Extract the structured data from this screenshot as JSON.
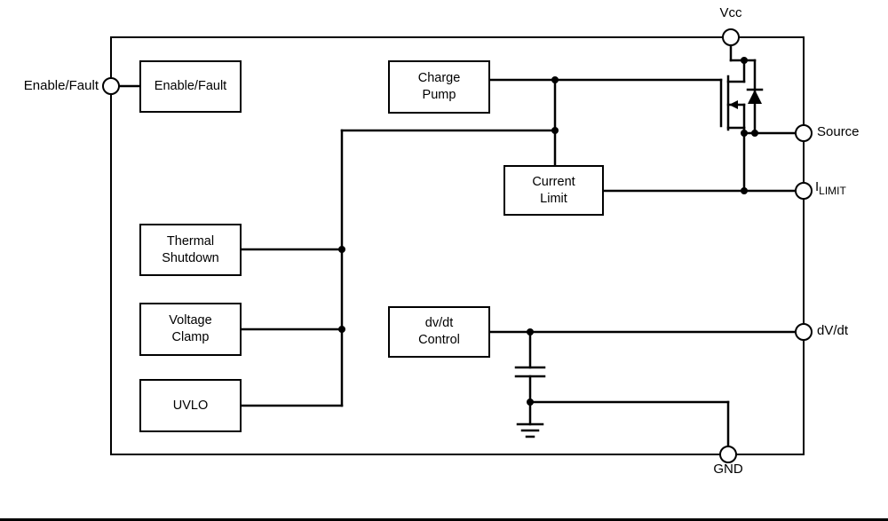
{
  "blocks": {
    "enable_fault": {
      "label": "Enable/Fault"
    },
    "charge_pump": {
      "label": "Charge\nPump"
    },
    "current_limit": {
      "label": "Current\nLimit"
    },
    "thermal_shutdown": {
      "label": "Thermal\nShutdown"
    },
    "voltage_clamp": {
      "label": "Voltage\nClamp"
    },
    "uvlo": {
      "label": "UVLO"
    },
    "dvdt_control": {
      "label": "dv/dt\nControl"
    }
  },
  "pins": {
    "enable_fault": {
      "label": "Enable/Fault"
    },
    "vcc": {
      "label": "Vcc"
    },
    "source": {
      "label": "Source"
    },
    "ilimit": {
      "base": "I",
      "sub": "LIMIT"
    },
    "dvdt": {
      "label": "dV/dt"
    },
    "gnd": {
      "label": "GND"
    }
  },
  "colors": {
    "line": "#000000",
    "background": "#ffffff"
  }
}
